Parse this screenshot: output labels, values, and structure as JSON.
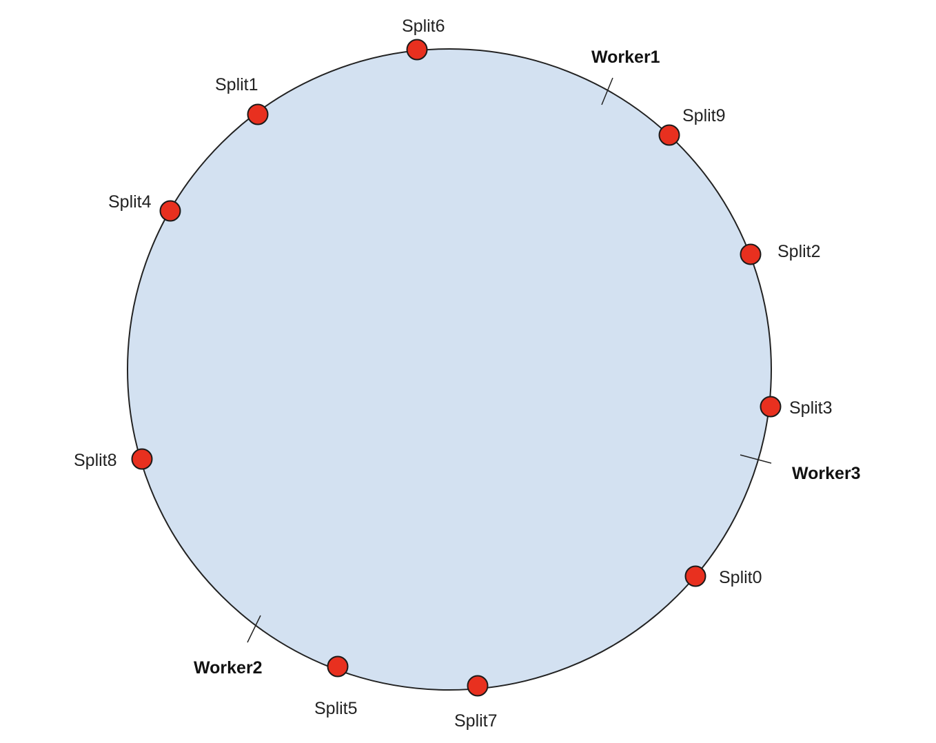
{
  "diagram": {
    "colors": {
      "ring_fill": "#d3e1f1",
      "ring_stroke": "#222222",
      "split_fill": "#e8301f",
      "split_stroke": "#1a1a1a",
      "marker_stroke": "#222222"
    },
    "splits": [
      {
        "label": "Split6"
      },
      {
        "label": "Split1"
      },
      {
        "label": "Split9"
      },
      {
        "label": "Split4"
      },
      {
        "label": "Split2"
      },
      {
        "label": "Split3"
      },
      {
        "label": "Split8"
      },
      {
        "label": "Split0"
      },
      {
        "label": "Split5"
      },
      {
        "label": "Split7"
      }
    ],
    "workers": [
      {
        "label": "Worker1"
      },
      {
        "label": "Worker3"
      },
      {
        "label": "Worker2"
      }
    ]
  }
}
